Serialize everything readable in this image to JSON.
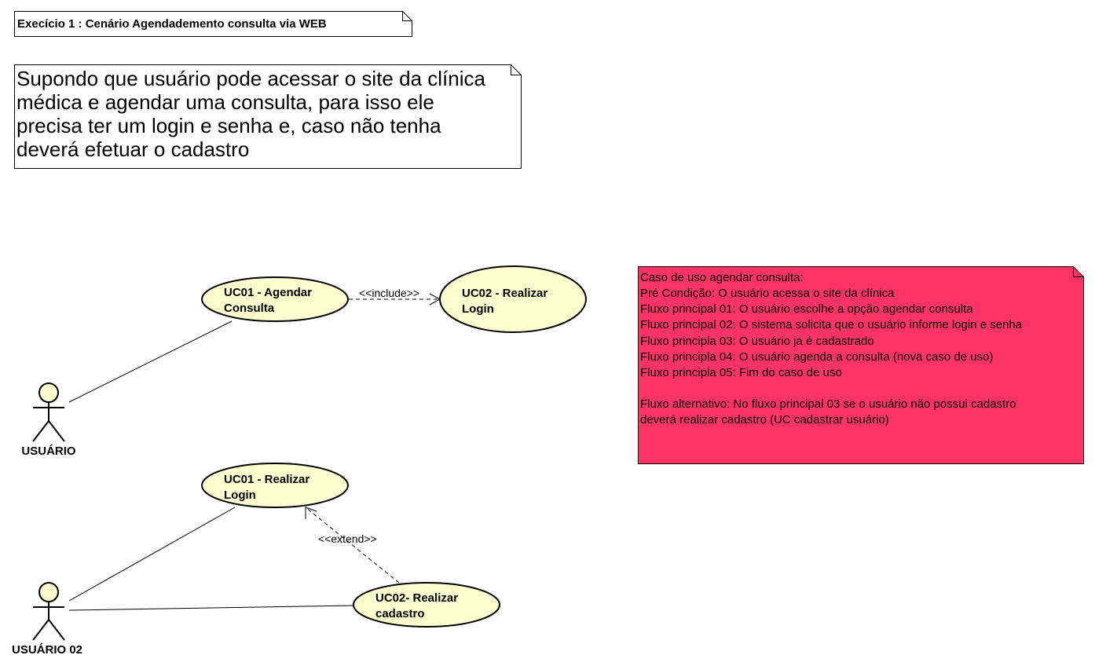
{
  "title_note": {
    "text": "Execício 1 : Cenário Agendadement​o consulta via WEB"
  },
  "scenario_note": {
    "lines": [
      "Supondo que usuário pode acessar o site da clínica",
      "médica e agendar uma consulta, para isso ele",
      "precisa ter um login e senha e, caso não tenha",
      "deverá efetuar o cadastro"
    ]
  },
  "actors": {
    "actor_1": "USUÁRIO",
    "actor_2": "USUÁRIO 02"
  },
  "use_cases": {
    "uc_agendar": [
      "UC01 - Agendar",
      "Consulta"
    ],
    "uc_login_top": [
      "UC02 - Realizar",
      "Login"
    ],
    "uc_login_bottom": [
      "UC01 - Realizar",
      "Login"
    ],
    "uc_cadastro": [
      "UC02- Realizar",
      "cadastro"
    ]
  },
  "relations": {
    "include": "<<include>>",
    "extend": "<<extend>>"
  },
  "description_note": {
    "lines": [
      "Caso de uso agendar consulta:",
      "Pré Condição: O usuário acessa o site da clínica",
      "Fluxo principal 01: O usuário escolhe a opção agendar consulta",
      "Fluxo principal 02: O sistema solicita que o usuário informe login e senha",
      "Fluxo principla 03: O usuário ja é cadastrado",
      "Fluxo principla 04: O usuário agenda a consulta (nova caso de uso)",
      "Fluxo principla 05: Fim do caso de uso",
      "",
      "Fluxo alternativo: No fluxo principal 03 se o usuário não possui cadastro",
      "deverá realizar cadastro (UC cadastrar usuário)"
    ]
  },
  "colors": {
    "note_fill": "#ffffff",
    "use_case_fill": "#fefece",
    "actor_fill": "#fefece",
    "description_fill": "#ff3366",
    "stroke": "#000000"
  }
}
